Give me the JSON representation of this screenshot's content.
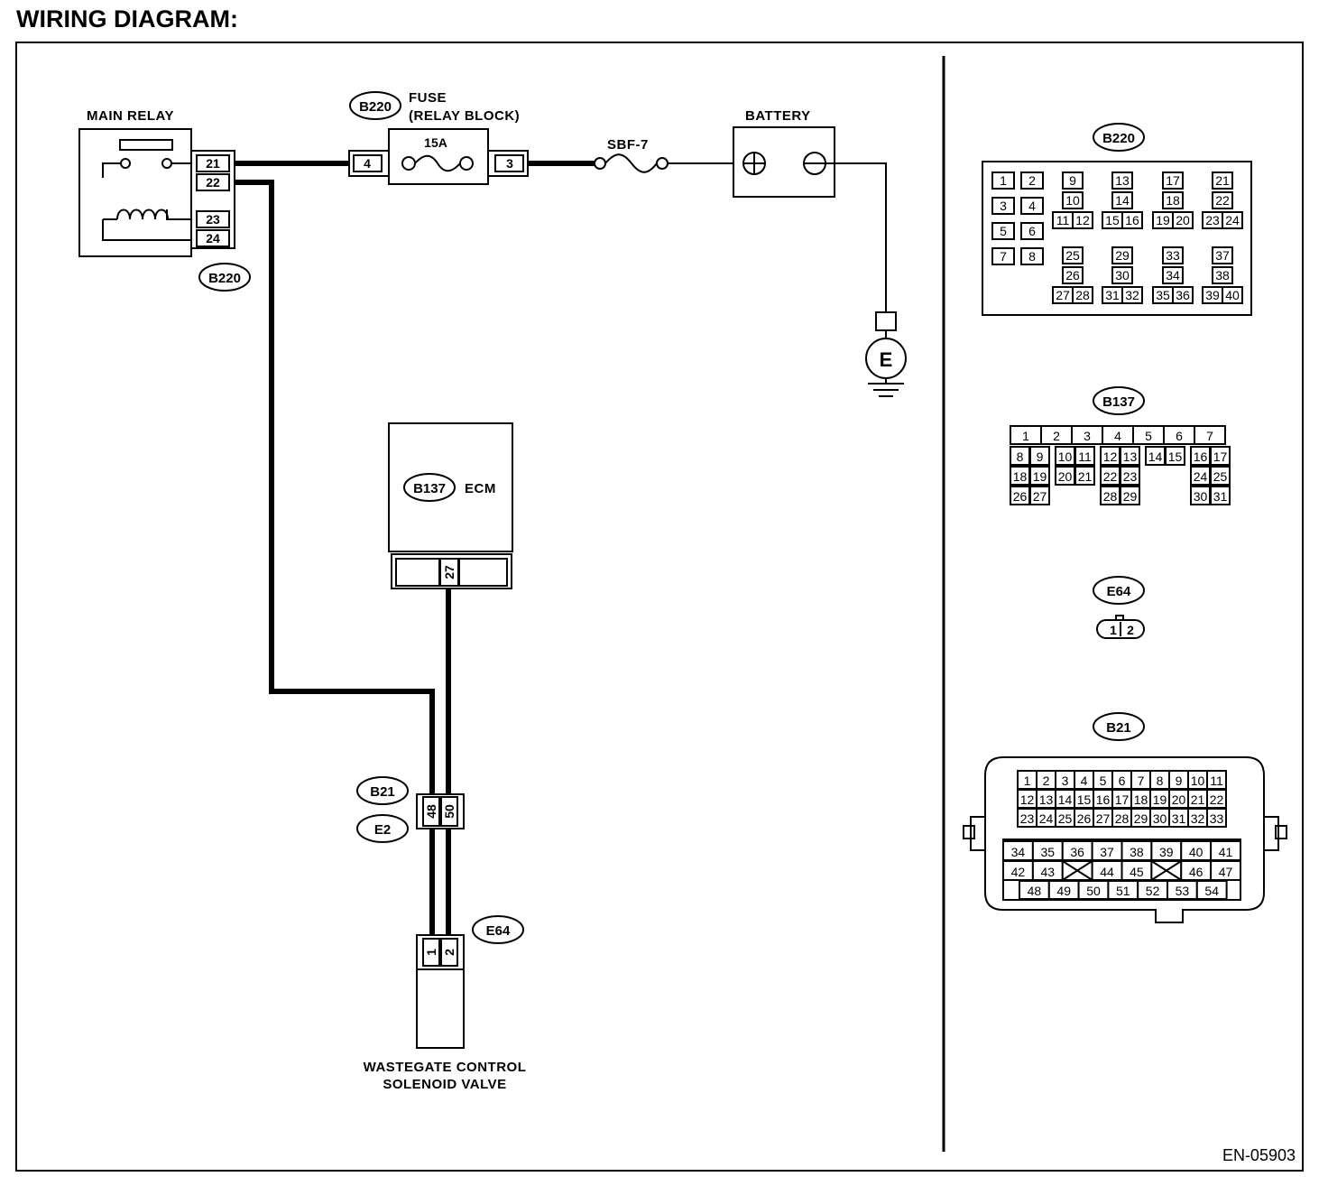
{
  "title": "WIRING DIAGRAM:",
  "footer_code": "EN-05903",
  "labels": {
    "main_relay": "MAIN RELAY",
    "fuse": "FUSE",
    "relay_block": "(RELAY BLOCK)",
    "fuse_rating": "15A",
    "sbf": "SBF-7",
    "battery": "BATTERY",
    "ecm": "ECM",
    "ground": "E",
    "valve_line1": "WASTEGATE CONTROL",
    "valve_line2": "SOLENOID VALVE"
  },
  "connectors": {
    "b220": "B220",
    "b137": "B137",
    "b21": "B21",
    "e2": "E2",
    "e64": "E64"
  },
  "pins": {
    "relay": [
      "21",
      "22",
      "23",
      "24"
    ],
    "fuse_in": "4",
    "fuse_out": "3",
    "ecm": "27",
    "b21": [
      "48",
      "50"
    ],
    "e64": [
      "1",
      "2"
    ]
  },
  "pinouts": {
    "b220_top_pairs": [
      [
        "1",
        "2"
      ],
      [
        "3",
        "4"
      ],
      [
        "5",
        "6"
      ],
      [
        "7",
        "8"
      ]
    ],
    "b220_groups_top": [
      [
        "9",
        "10",
        "11",
        "12"
      ],
      [
        "13",
        "14",
        "15",
        "16"
      ],
      [
        "17",
        "18",
        "19",
        "20"
      ],
      [
        "21",
        "22",
        "23",
        "24"
      ]
    ],
    "b220_groups_bottom": [
      [
        "25",
        "26",
        "27",
        "28"
      ],
      [
        "29",
        "30",
        "31",
        "32"
      ],
      [
        "33",
        "34",
        "35",
        "36"
      ],
      [
        "37",
        "38",
        "39",
        "40"
      ]
    ],
    "b137_row1": [
      "1",
      "2",
      "3",
      "4",
      "5",
      "6",
      "7"
    ],
    "b137_row2": [
      "8",
      "9",
      "10",
      "11",
      "12",
      "13",
      "14",
      "15",
      "16",
      "17"
    ],
    "b137_row3": [
      "18",
      "19",
      "20",
      "21",
      "22",
      "23",
      "24",
      "25"
    ],
    "b137_row4": [
      "26",
      "27",
      "28",
      "29",
      "30",
      "31"
    ],
    "e64": [
      "1",
      "2"
    ],
    "b21_row1": [
      "1",
      "2",
      "3",
      "4",
      "5",
      "6",
      "7",
      "8",
      "9",
      "10",
      "11"
    ],
    "b21_row2": [
      "12",
      "13",
      "14",
      "15",
      "16",
      "17",
      "18",
      "19",
      "20",
      "21",
      "22"
    ],
    "b21_row3": [
      "23",
      "24",
      "25",
      "26",
      "27",
      "28",
      "29",
      "30",
      "31",
      "32",
      "33"
    ],
    "b21_row4": [
      "34",
      "35",
      "36",
      "37",
      "38",
      "39",
      "40",
      "41"
    ],
    "b21_row5": [
      "42",
      "43",
      "",
      "44",
      "45",
      "",
      "46",
      "47"
    ],
    "b21_row6": [
      "48",
      "49",
      "50",
      "51",
      "52",
      "53",
      "54"
    ]
  }
}
